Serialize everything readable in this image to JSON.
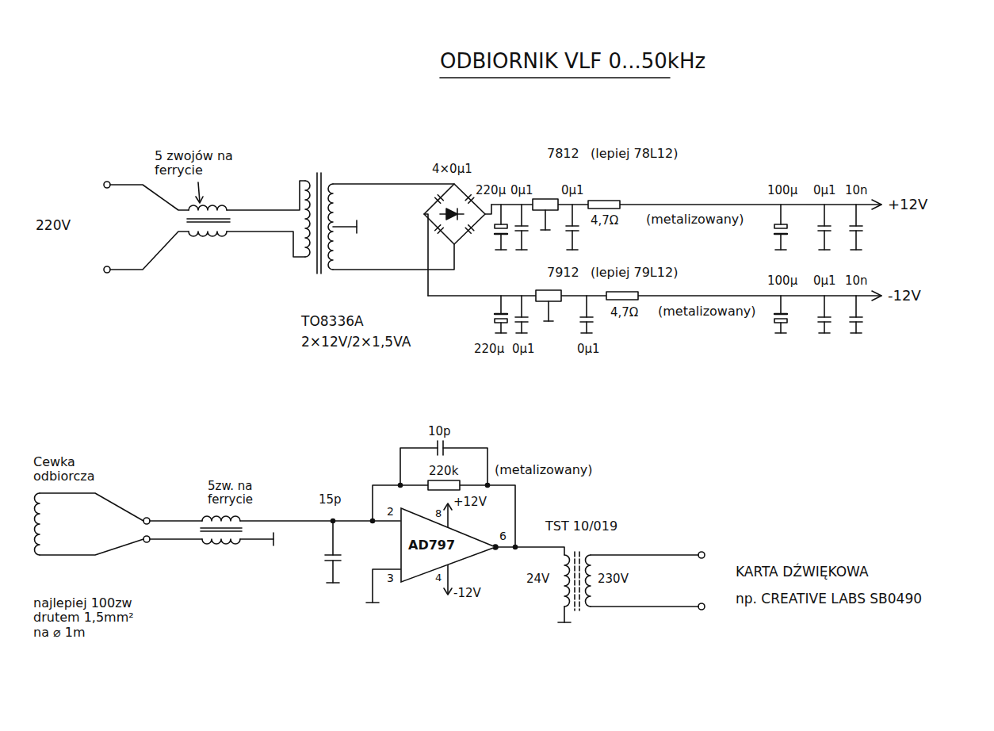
{
  "diagram": {
    "title": "ODBIORNIK VLF 0...50kHz",
    "nodes": [
      {
        "text": [
          "AD797"
        ]
      }
    ],
    "labels": [
      "5 zwojów na ferrycie",
      "220V",
      "TO8336A",
      "2×12V/2×1,5VA",
      "4×0µ1",
      "220µ",
      "0µ1",
      "0µ1",
      "7812",
      "(lepiej 78L12)",
      "4,7Ω",
      "(metalizowany)",
      "100µ",
      "0µ1",
      "10n",
      "+12V",
      "7912",
      "(lepiej 79L12)",
      "220µ",
      "0µ1",
      "0µ1",
      "4,7Ω",
      "(metalizowany)",
      "100µ",
      "0µ1",
      "10n",
      "-12V",
      "Cewka odbiorcza",
      "5zw. na ferrycie",
      "15p",
      "10p",
      "220k",
      "(metalizowany)",
      "8",
      "+12V",
      "2",
      "3",
      "4",
      "-12V",
      "6",
      "TST 10/019",
      "24V",
      "230V",
      "KARTA DŹWIĘKOWA",
      "np. CREATIVE LABS SB0490",
      "najlepiej 100zw drutem 1,5mm² na ⌀ 1m"
    ]
  }
}
